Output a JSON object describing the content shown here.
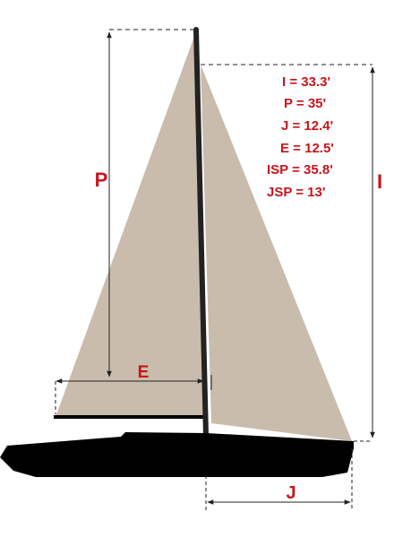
{
  "labels": {
    "p": "P",
    "e": "E",
    "i": "I",
    "j": "J"
  },
  "measurements": [
    "I = 33.3'",
    "P = 35'",
    "J = 12.4'",
    "E = 12.5'",
    "ISP = 35.8'",
    "JSP = 13'"
  ],
  "colors": {
    "sail": "#c9bcad",
    "hull": "#000000",
    "label": "#c8141e",
    "dimension": "#222222"
  }
}
